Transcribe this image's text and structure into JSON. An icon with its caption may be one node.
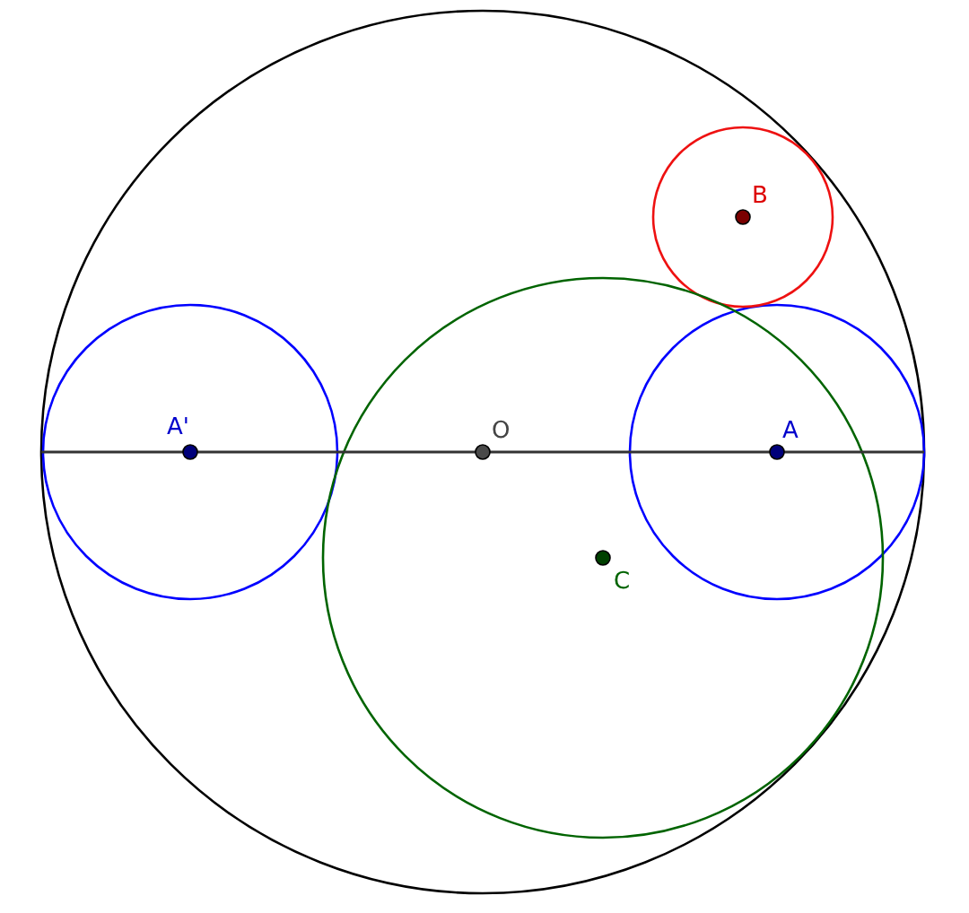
{
  "diagram": {
    "nodes": [
      {
        "text": [
          "B"
        ]
      },
      {
        "text": [
          "A'"
        ]
      },
      {
        "text": [
          "O"
        ]
      },
      {
        "text": [
          "A"
        ]
      },
      {
        "text": [
          "C"
        ]
      }
    ]
  }
}
